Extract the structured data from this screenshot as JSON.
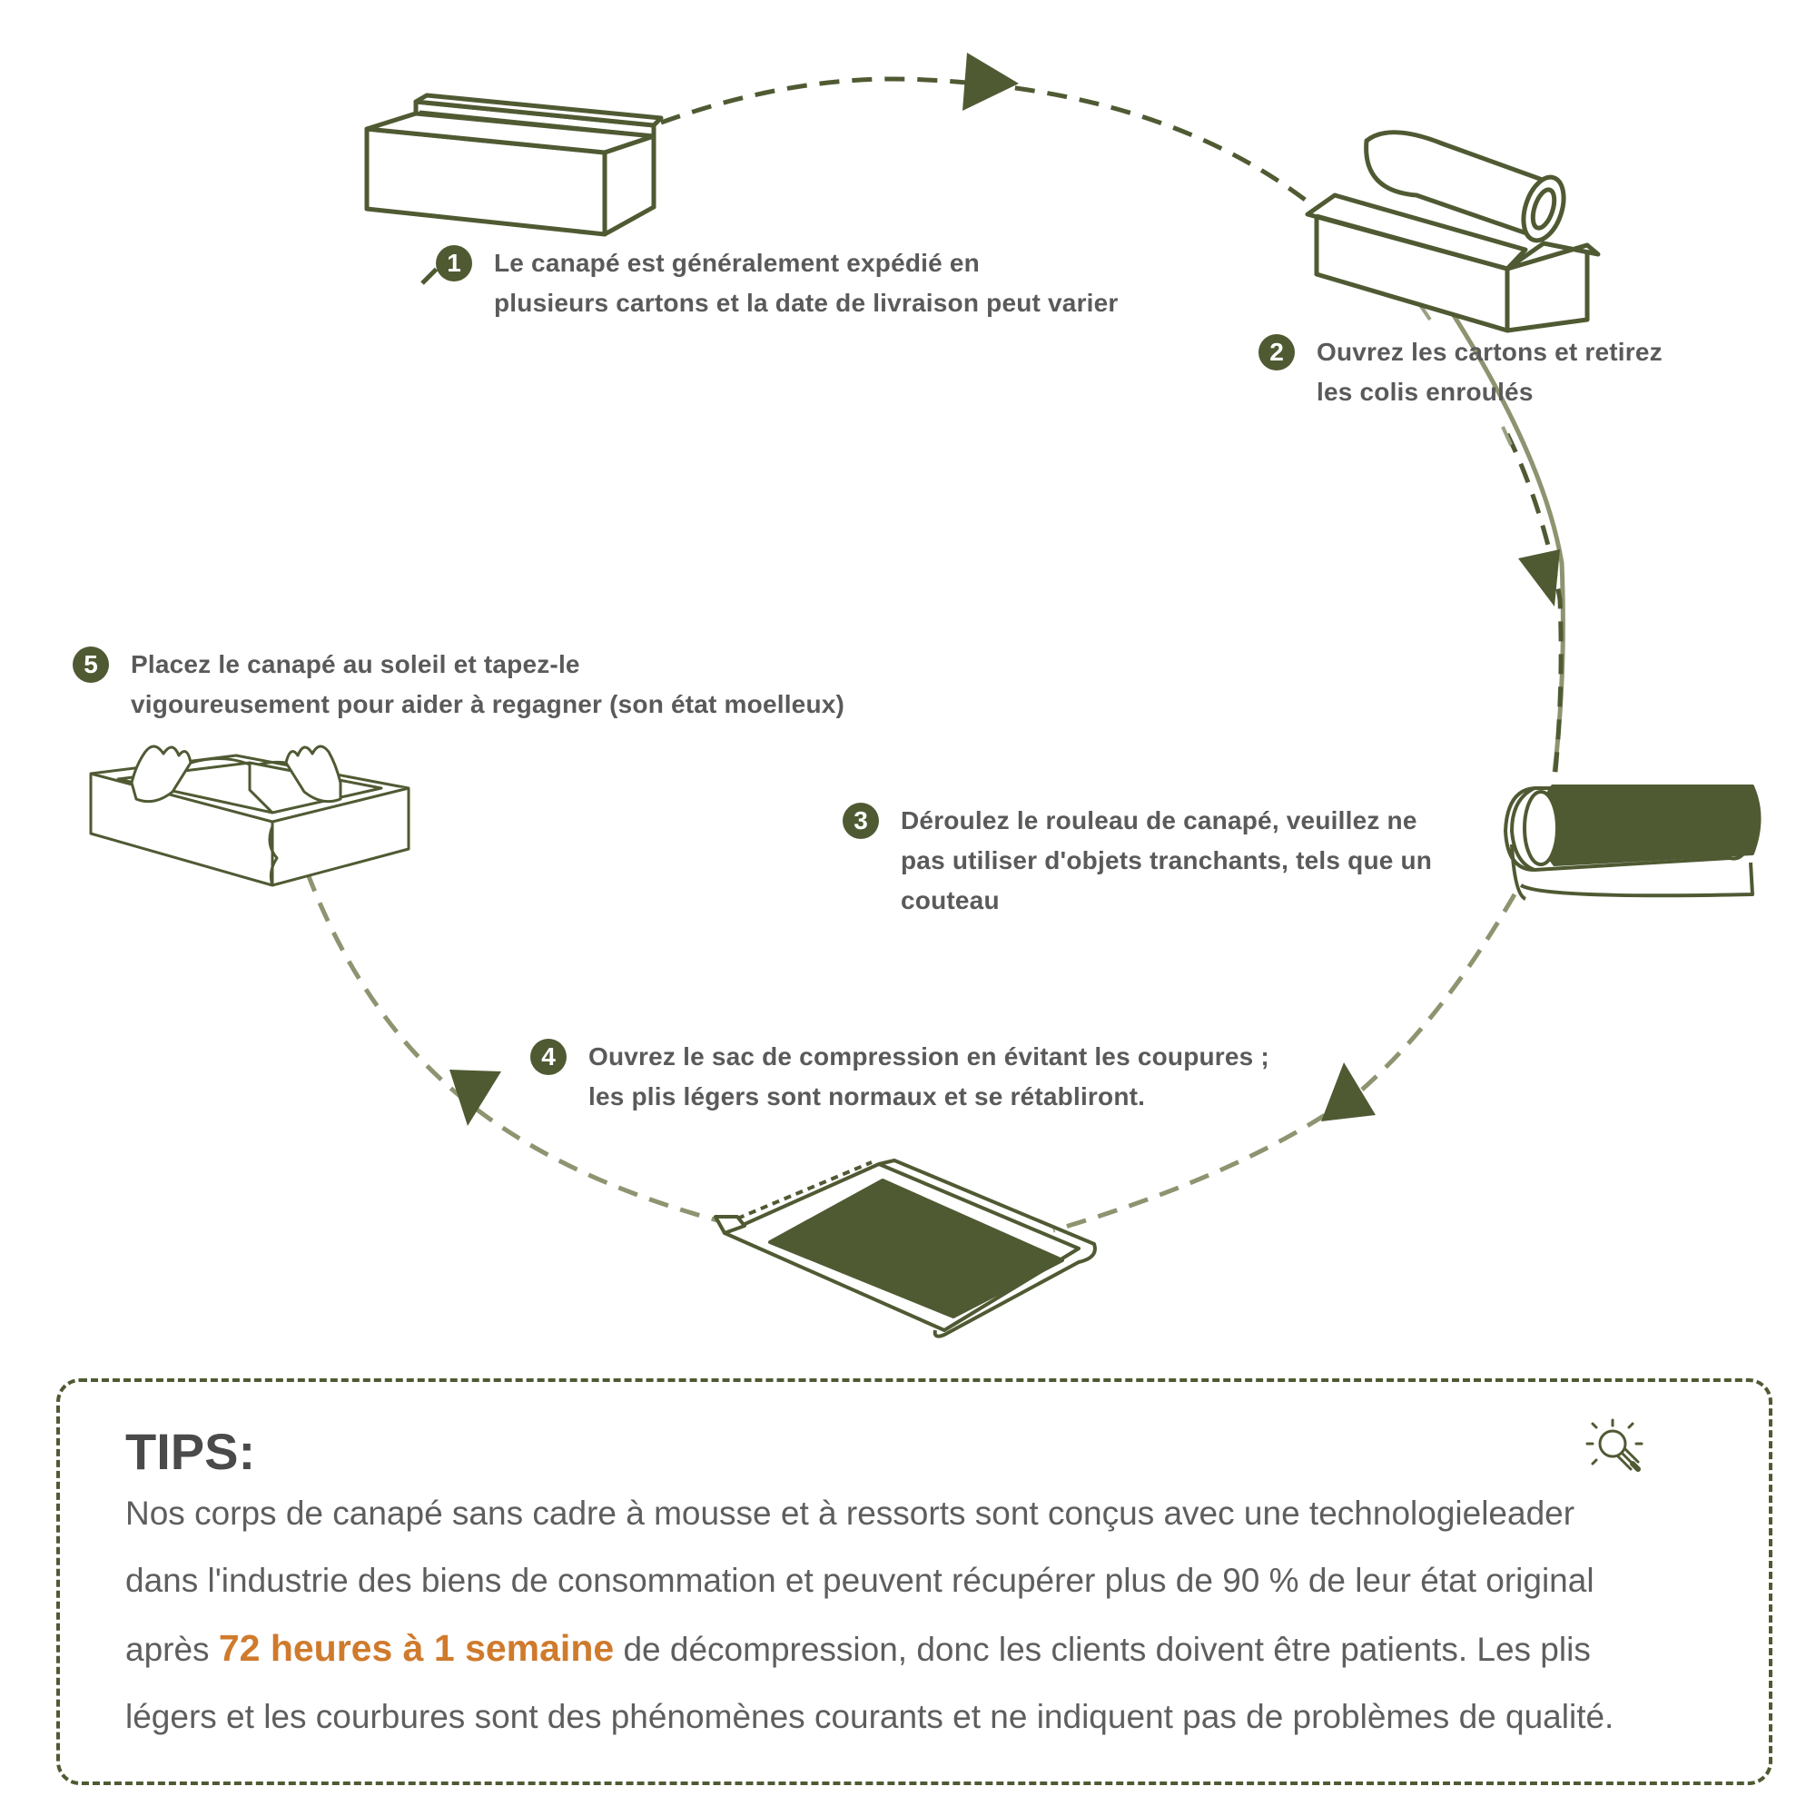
{
  "steps": [
    {
      "number": "1",
      "text_line1": "Le canapé est généralement expédié en",
      "text_line2": "plusieurs cartons et la date de livraison peut varier",
      "icon": "stacked-boxes-icon"
    },
    {
      "number": "2",
      "text_line1": "Ouvrez les cartons et retirez",
      "text_line2": "les colis enroulés",
      "icon": "open-box-roll-icon"
    },
    {
      "number": "3",
      "text_line1": "Déroulez le rouleau de canapé, veuillez ne",
      "text_line2": "pas utiliser d'objets tranchants, tels que un",
      "text_line3": "couteau",
      "icon": "rolled-sofa-icon"
    },
    {
      "number": "4",
      "text_line1": "Ouvrez le sac de compression en évitant les coupures ;",
      "text_line2": "les plis légers sont normaux et se rétabliront.",
      "icon": "compression-bag-icon"
    },
    {
      "number": "5",
      "text_line1": "Placez le canapé au soleil et tapez-le",
      "text_line2": "vigoureusement pour aider à regagner (son état moelleux)",
      "icon": "sofa-hands-icon"
    }
  ],
  "tips": {
    "title": "TIPS:",
    "line1": "Nos corps de canapé sans cadre à mousse et à ressorts sont conçus avec une technologieleader",
    "line2": "dans l'industrie des biens de consommation et peuvent récupérer plus de 90 % de leur état original",
    "line3_before": "après ",
    "line3_highlight": "72 heures à 1 semaine",
    "line3_after": " de décompression, donc les clients doivent être patients. Les plis",
    "line4": "légers et les courbures sont des phénomènes courants et ne indiquent pas de problèmes de qualité.",
    "icon": "lightbulb-icon"
  },
  "colors": {
    "accent": "#4f5a33",
    "arrow_light": "#8d9470",
    "highlight": "#cf7a2c",
    "text": "#5a5a5a"
  }
}
